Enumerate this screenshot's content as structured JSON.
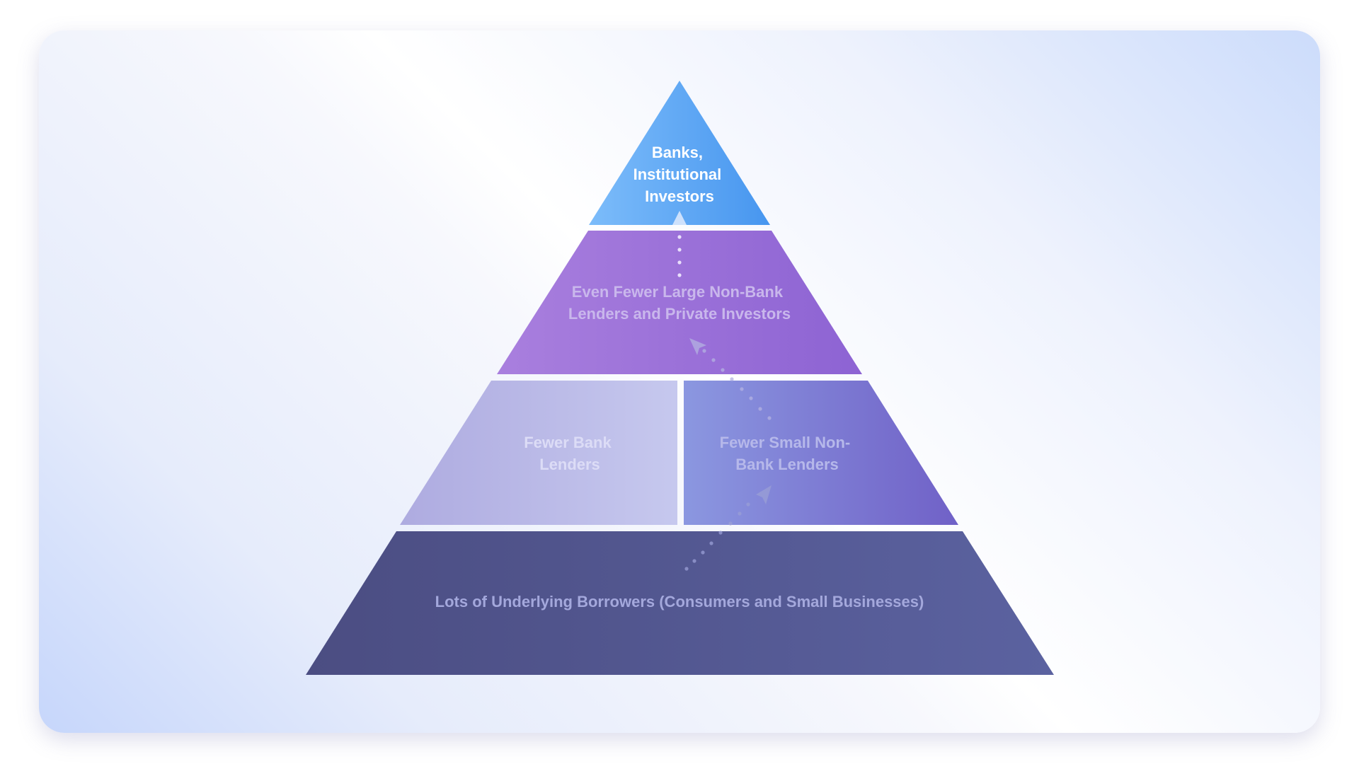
{
  "diagram": {
    "tier1": {
      "lines": [
        "Banks,",
        "Institutional",
        "Investors"
      ]
    },
    "tier2": {
      "lines": [
        "Even Fewer Large Non-Bank",
        "Lenders and Private Investors"
      ]
    },
    "tier3_left": {
      "lines": [
        "Fewer Bank",
        "Lenders"
      ]
    },
    "tier3_right": {
      "lines": [
        "Fewer Small Non-",
        "Bank Lenders"
      ]
    },
    "tier4": {
      "lines": [
        "Lots of Underlying Borrowers (Consumers and Small Businesses)"
      ]
    }
  },
  "colors": {
    "card_bg_a": "#c6d6fb",
    "card_bg_b": "#ffffff",
    "tier1_a": "#7cbcfa",
    "tier1_b": "#4796ef",
    "tier2_a": "#a97fde",
    "tier2_b": "#8d63d3",
    "tier3_left_a": "#aeabe0",
    "tier3_left_b": "#c6c8ee",
    "tier3_right_a": "#8b97e0",
    "tier3_right_b": "#7061c7",
    "tier4_a": "#4b4d82",
    "tier4_b": "#5b62a0"
  }
}
